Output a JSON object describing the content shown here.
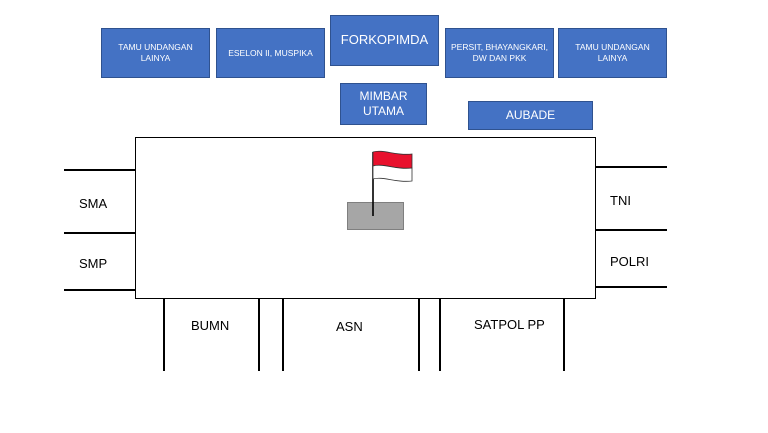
{
  "top_row": {
    "tamu_left": "TAMU UNDANGAN LAINYA",
    "eselon": "ESELON II, MUSPIKA",
    "forkopimda": "FORKOPIMDA",
    "persit": "PERSIT, BHAYANGKARI, DW DAN PKK",
    "tamu_right": "TAMU UNDANGAN LAINYA"
  },
  "mimbar": "MIMBAR UTAMA",
  "aubade": "AUBADE",
  "left_sections": [
    "SMA",
    "SMP"
  ],
  "right_sections": [
    "TNI",
    "POLRI"
  ],
  "bottom_sections": [
    "BUMN",
    "ASN",
    "SATPOL PP"
  ],
  "colors": {
    "box_fill": "#4472c4",
    "box_border": "#2f528f",
    "flag_red": "#e8112d",
    "podium": "#a6a6a6"
  }
}
